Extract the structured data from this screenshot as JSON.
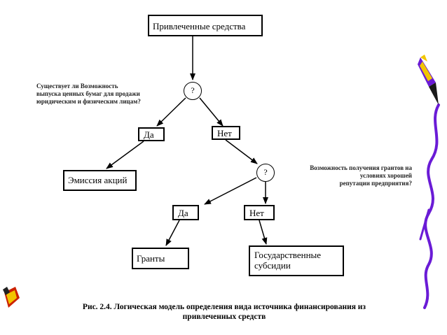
{
  "diagram": {
    "root": "Привлеченные средства",
    "node1": "?",
    "question1": [
      "Существует ли Возможность",
      "выпуска ценных бумаг для продажи",
      "юридическим и физическим лицам?"
    ],
    "yes1": "Да",
    "no1": "Нет",
    "leaf1": "Эмиссия акций",
    "node2": "?",
    "question2": [
      "Возможность получения грантов на",
      "условиях хорошей",
      "репутации предприятия?"
    ],
    "yes2": "Да",
    "no2": "Нет",
    "leaf2": "Гранты",
    "leaf3_line1": "Государственные",
    "leaf3_line2": "субсидии"
  },
  "caption": {
    "line1": "Рис. 2.4. Логическая модель определения вида источника финансирования из",
    "line2": "привлеченных средств"
  },
  "colors": {
    "stroke": "#000000",
    "ribbon": "#6a1bd6",
    "pencil_accent": "#f2c500",
    "pencil_red": "#cc2200"
  },
  "icons": [
    "pencil-icon",
    "ribbon-decoration"
  ]
}
